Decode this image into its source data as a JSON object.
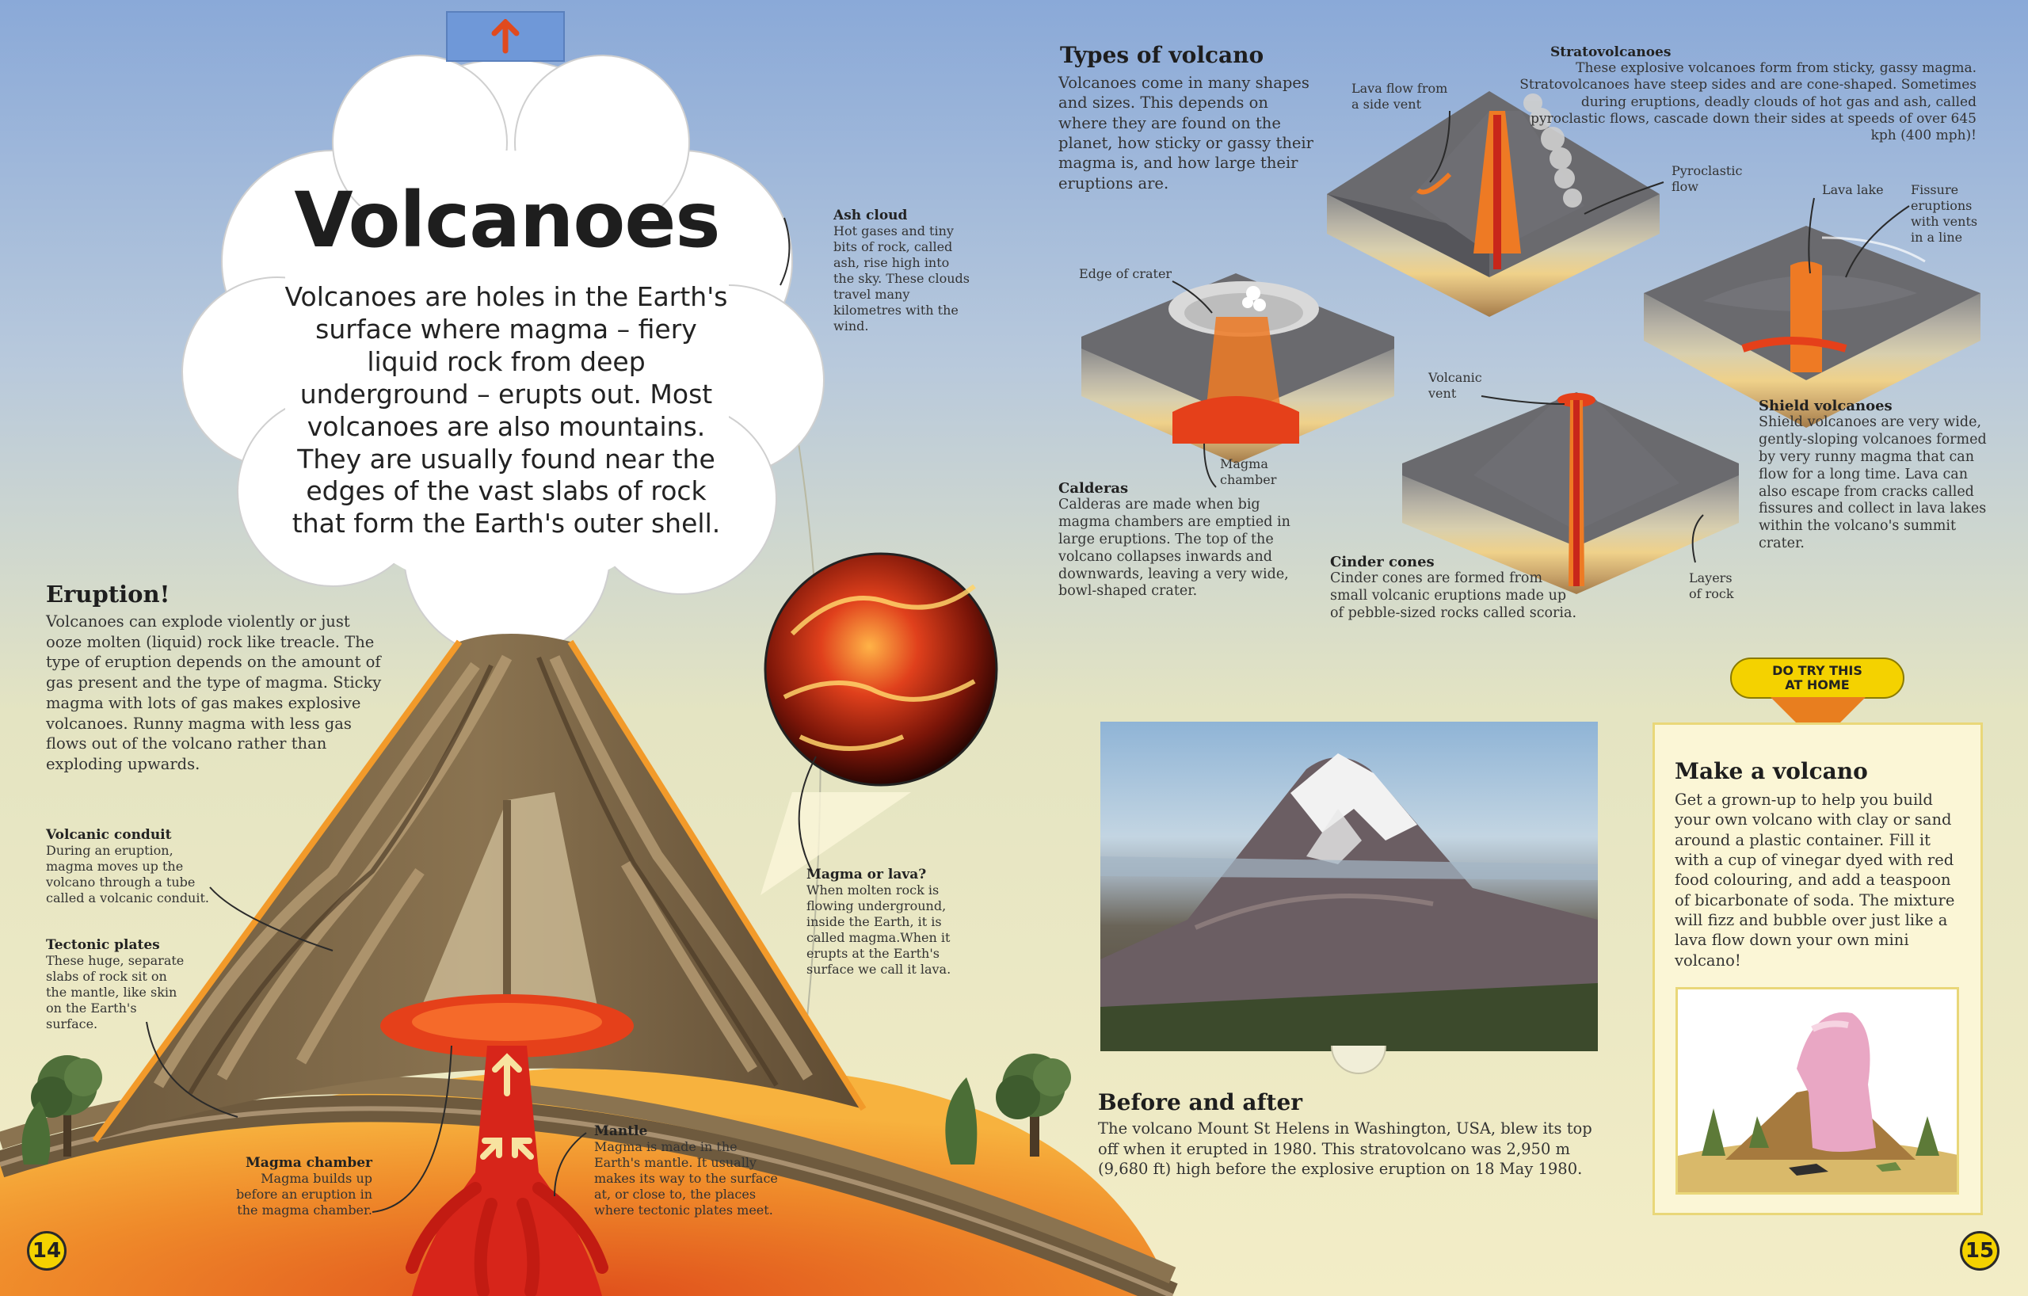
{
  "nav": {
    "up_arrow": "arrow-up-icon"
  },
  "left": {
    "title": "Volcanoes",
    "intro": "Volcanoes are holes in the Earth's surface where magma – fiery liquid rock from deep underground – erupts out. Most volcanoes are also mountains. They are usually found near the edges of the vast slabs of rock that form the Earth's outer shell.",
    "eruption": {
      "title": "Eruption!",
      "text": "Volcanoes can explode violently or just ooze molten (liquid) rock like treacle. The type of eruption depends on the amount of gas present and the type of magma. Sticky magma with lots of gas makes explosive volcanoes. Runny magma with less gas flows out of the volcano rather than exploding upwards."
    },
    "ash_cloud": {
      "title": "Ash cloud",
      "text": "Hot gases and tiny bits of rock, called ash, rise high into the sky. These clouds travel many kilometres with the wind."
    },
    "conduit": {
      "title": "Volcanic conduit",
      "text": "During an eruption, magma moves up the volcano through a tube called a volcanic conduit."
    },
    "plates": {
      "title": "Tectonic plates",
      "text": "These huge, separate slabs of rock sit on the mantle, like skin on the Earth's surface."
    },
    "magma_lava": {
      "title": "Magma or lava?",
      "text": "When molten rock is flowing underground, inside the Earth, it is called magma.When it erupts at the Earth's surface we call it lava."
    },
    "chamber": {
      "title": "Magma chamber",
      "text": "Magma builds up before an eruption in the magma chamber."
    },
    "mantle": {
      "title": "Mantle",
      "text": "Magma is made in the Earth's mantle. It usually makes its way to the surface at, or close to, the places where tectonic plates meet."
    },
    "page_number": "14"
  },
  "right": {
    "types": {
      "title": "Types of volcano",
      "text": "Volcanoes come in many shapes and sizes. This depends on where they are found on the planet, how sticky or gassy their magma is, and how large their eruptions are."
    },
    "strato": {
      "title": "Stratovolcanoes",
      "text": "These explosive volcanoes form from sticky, gassy magma. Stratovolcanoes have steep sides and are cone-shaped. Sometimes during eruptions, deadly clouds of hot gas and ash, called pyroclastic flows, cascade down their sides at speeds of over 645 kph (400 mph)!"
    },
    "labels": {
      "lava_flow": "Lava flow from a side vent",
      "pyroclastic": "Pyroclastic flow",
      "edge_crater": "Edge of crater",
      "lava_lake": "Lava lake",
      "fissure": "Fissure eruptions with vents in a line",
      "vent": "Volcanic vent",
      "magma_chamber": "Magma chamber",
      "layers": "Layers of rock"
    },
    "calderas": {
      "title": "Calderas",
      "text": "Calderas are made when big magma chambers are emptied in large eruptions. The top of the volcano collapses inwards and downwards, leaving a very wide, bowl-shaped crater."
    },
    "cinder": {
      "title": "Cinder cones",
      "text": "Cinder cones are formed from small volcanic eruptions made up of pebble-sized rocks called scoria."
    },
    "shield": {
      "title": "Shield volcanoes",
      "text": "Shield volcanoes are very wide, gently-sloping volcanoes formed by very runny magma that can flow for a long time. Lava can also escape from cracks called fissures and collect in lava lakes within the volcano's summit crater."
    },
    "before_after": {
      "title": "Before and after",
      "text": "The volcano Mount St Helens in Washington, USA, blew its top off when it erupted in 1980. This stratovolcano was 2,950 m (9,680 ft) high before the explosive eruption on 18 May 1980."
    },
    "try_badge": "DO TRY THIS AT HOME",
    "make": {
      "title": "Make a volcano",
      "text": "Get a grown-up to help you build your own volcano with clay or sand around a plastic container. Fill it with a cup of vinegar dyed with red food colouring, and add a teaspoon of bicarbonate of soda. The mixture will fizz and bubble over just like a lava flow down your own mini volcano!"
    },
    "page_number": "15"
  }
}
